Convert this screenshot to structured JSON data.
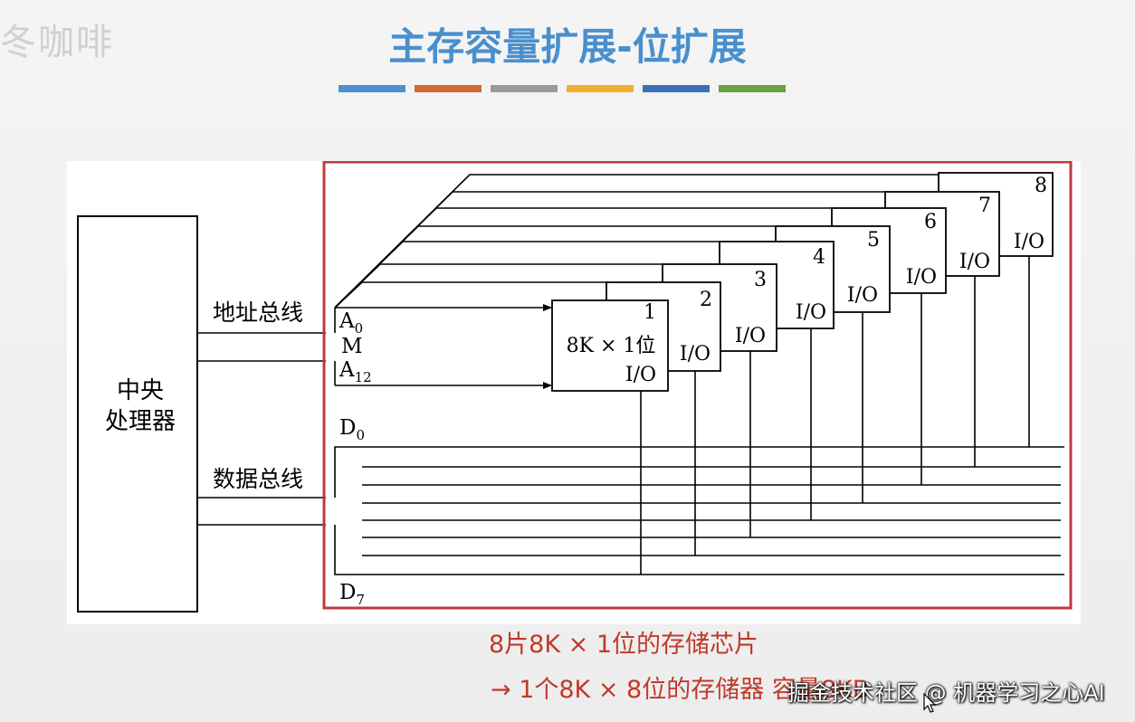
{
  "slide": {
    "title": "主存容量扩展-位扩展",
    "corner_mark": "冬咖啡",
    "color_bar": [
      "#4e8fd0",
      "#d06a35",
      "#9a9a9a",
      "#f0b030",
      "#3d6fb6",
      "#6aa23c"
    ]
  },
  "diagram": {
    "cpu_label_line1": "中央",
    "cpu_label_line2": "处理器",
    "address_bus_label": "地址总线",
    "data_bus_label": "数据总线",
    "a0": {
      "base": "A",
      "sub": "0"
    },
    "m": "M",
    "a12": {
      "base": "A",
      "sub": "12"
    },
    "d0": {
      "base": "D",
      "sub": "0"
    },
    "d7": {
      "base": "D",
      "sub": "7"
    },
    "chip_spec": "8K × 1位",
    "io_label": "I/O",
    "chips": [
      "1",
      "2",
      "3",
      "4",
      "5",
      "6",
      "7",
      "8"
    ],
    "highlight_color": "#c0393b"
  },
  "captions": {
    "line1": "8片8K × 1位的存储芯片",
    "line2": "→ 1个8K × 8位的存储器  容量8KB"
  },
  "watermark": "掘金技术社区 @ 机器学习之心AI"
}
